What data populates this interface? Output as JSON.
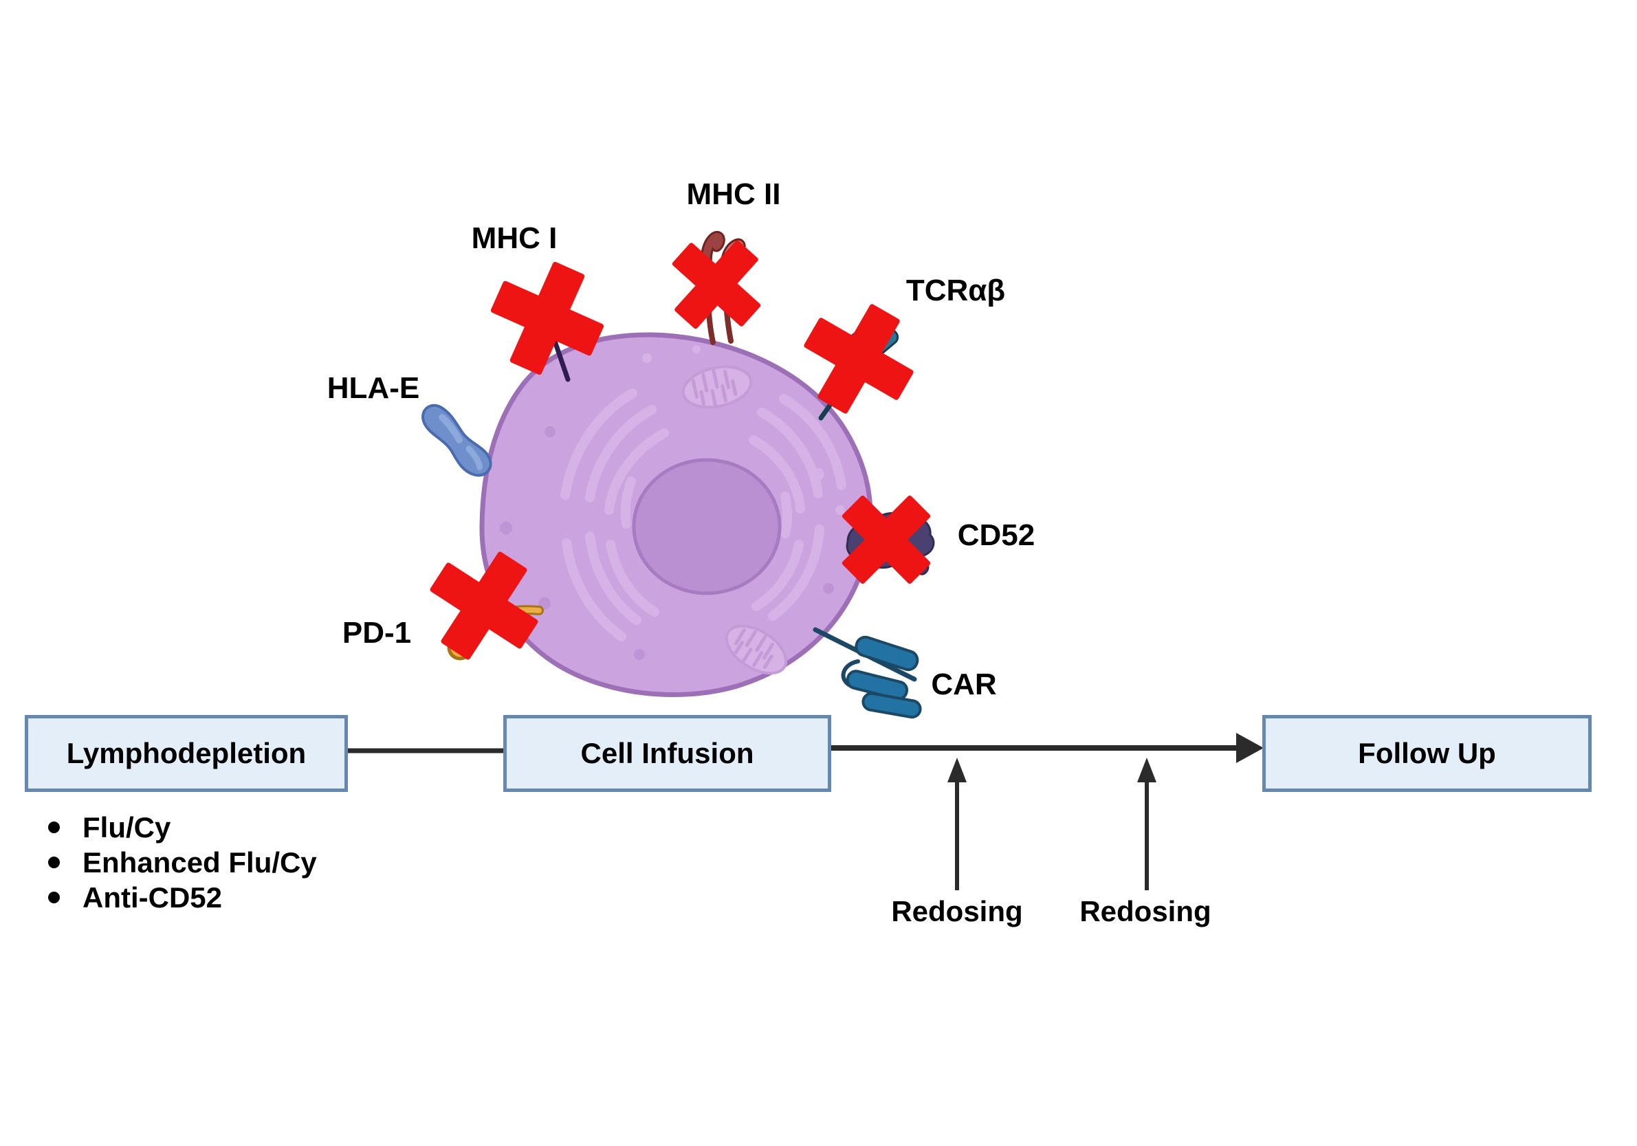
{
  "figure": {
    "description": "Engineered CAR T cell with knocked-out surface markers and treatment timeline"
  },
  "colors": {
    "red_x": "#EE1414",
    "cell_fill": "#CBA3DE",
    "cell_border": "#9C6FB6",
    "nucleus_fill": "#BA90D3",
    "nucleus_border": "#A77BC2",
    "organelle_light": "#D7B2E6",
    "organelle_line": "#C49BD6",
    "dot_dark": "#BE94D6",
    "box_fill": "#E4EEF9",
    "box_border": "#6488AF",
    "line": "#2B2B2B",
    "mhc1_dark": "#4F2D73",
    "mhc1_light": "#6B4394",
    "mhc1_outline": "#3A2160",
    "mhc1_stalk": "#2E1D4E",
    "mhc2_dark": "#9C4341",
    "mhc2_light": "#C1706B",
    "mhc2_outline": "#6E2321",
    "mhc2_stalk": "#7E2D2B",
    "tcr_fill": "#2D7396",
    "tcr_dark": "#143F52",
    "cd52_fill": "#4A4170",
    "cd52_dark": "#332C52",
    "hlae_fill": "#6E8FCC",
    "hlae_dark": "#4A6BAE",
    "hlae_patch": "#8DA9DB",
    "pd1_fill": "#EBAE45",
    "pd1_dark": "#A87413",
    "car_fill": "#2272A3",
    "car_dark": "#1B4965"
  },
  "cell": {
    "receptors": {
      "mhc1": {
        "label": "MHC I",
        "knocked_out": true
      },
      "mhc2": {
        "label": "MHC II",
        "knocked_out": true
      },
      "tcrab": {
        "label": "TCRαβ",
        "knocked_out": true
      },
      "hlae": {
        "label": "HLA-E",
        "knocked_out": false
      },
      "cd52": {
        "label": "CD52",
        "knocked_out": true
      },
      "pd1": {
        "label": "PD-1",
        "knocked_out": true
      },
      "car": {
        "label": "CAR",
        "knocked_out": false
      }
    }
  },
  "timeline": {
    "steps": {
      "lymphodepletion": {
        "label": "Lymphodepletion"
      },
      "cell_infusion": {
        "label": "Cell Infusion"
      },
      "follow_up": {
        "label": "Follow Up"
      }
    },
    "lymphodepletion_bullets": [
      {
        "text": "Flu/Cy"
      },
      {
        "text": "Enhanced Flu/Cy"
      },
      {
        "text": "Anti-CD52"
      }
    ],
    "redosing": [
      {
        "label": "Redosing"
      },
      {
        "label": "Redosing"
      }
    ]
  }
}
